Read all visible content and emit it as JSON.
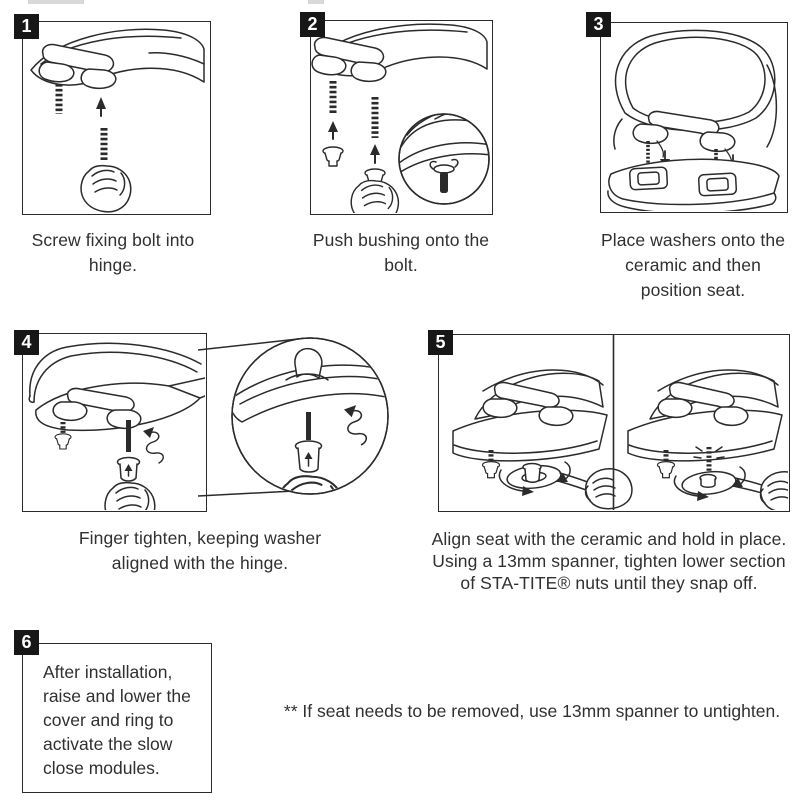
{
  "sheet": {
    "ink_color": "#2b2b2b",
    "badge_bg": "#171717",
    "badge_fg": "#ffffff"
  },
  "steps": [
    {
      "number": "1",
      "caption": "Screw fixing bolt into\nhinge.",
      "illustration": "bolt-screwed-into-hinge-by-hand"
    },
    {
      "number": "2",
      "caption": "Push bushing onto the\nbolt.",
      "illustration": "bushing-pushed-onto-bolt-with-detail-inset"
    },
    {
      "number": "3",
      "caption": "Place washers onto the\nceramic and then\nposition seat.",
      "illustration": "washers-placed-on-ceramic-under-seat"
    },
    {
      "number": "4",
      "caption": "Finger tighten, keeping washer\naligned with the hinge.",
      "illustration": "finger-tightening-nut-with-magnified-view"
    },
    {
      "number": "5",
      "caption": "Align seat with the ceramic and hold in place.\nUsing a 13mm spanner, tighten lower section\nof STA-TITE® nuts until they snap off.",
      "illustration": "spanner-tightening-sta-tite-nuts-two-views"
    },
    {
      "number": "6",
      "caption": "After installation,\nraise and lower the\ncover and ring to\nactivate the slow\nclose modules.",
      "illustration": "text-only"
    }
  ],
  "footnote": "** If seat needs to be removed, use 13mm spanner to untighten."
}
